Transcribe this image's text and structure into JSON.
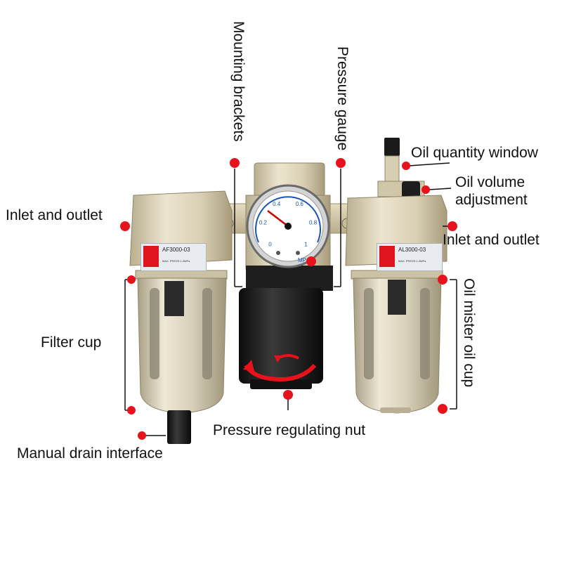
{
  "labels": {
    "inlet_outlet_left": "Inlet and outlet",
    "filter_cup": "Filter cup",
    "manual_drain": "Manual drain interface",
    "mounting_brackets": "Mounting brackets",
    "pressure_gauge": "Pressure gauge",
    "oil_quantity_window": "Oil quantity window",
    "oil_volume_line1": "Oil volume",
    "oil_volume_line2": "adjustment",
    "inlet_outlet_right": "Inlet and outlet",
    "oil_mister_cup": "Oil mister oil cup",
    "pressure_regulating_nut": "Pressure regulating nut"
  },
  "plates": {
    "filter_model": "AF3000-03",
    "filter_spec": "MAX. PRESS.1.0MPa",
    "lubricator_model": "AL3000-03",
    "lubricator_spec": "MAX. PRESS.1.0MPa"
  },
  "gauge": {
    "ticks": [
      "0",
      "0.2",
      "0.4",
      "0.6",
      "0.8",
      "1"
    ],
    "unit": "MPa"
  },
  "colors": {
    "marker": "#e8121c",
    "body": "#ddd3b8",
    "cup": "#d8d2bf",
    "knob": "#1a1a1a"
  }
}
